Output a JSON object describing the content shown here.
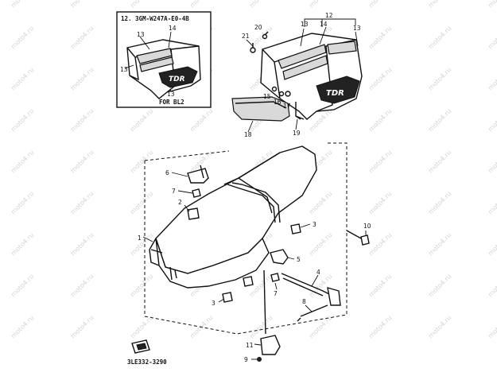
{
  "callouts": {
    "c1": "1",
    "c2": "2",
    "c3a": "3",
    "c3b": "3",
    "c4": "4",
    "c5": "5",
    "c6": "6",
    "c7a": "7",
    "c7b": "7",
    "c8": "8",
    "c9": "9",
    "c10": "10",
    "c11": "11",
    "c12": "12",
    "c13a": "13",
    "c13b": "13",
    "c13c": "13",
    "c13d": "13",
    "c14a": "14",
    "c14b": "14",
    "c15": "15",
    "c16": "16",
    "c17": "17",
    "c18": "18",
    "c19": "19",
    "c20": "20",
    "c21": "21"
  },
  "inset": {
    "title": "12. 3GM-W247A-E0-4B",
    "note": "FOR BL2"
  },
  "footer": {
    "code": "3LE332-3290"
  },
  "watermark": {
    "text": "moto4.ru"
  }
}
